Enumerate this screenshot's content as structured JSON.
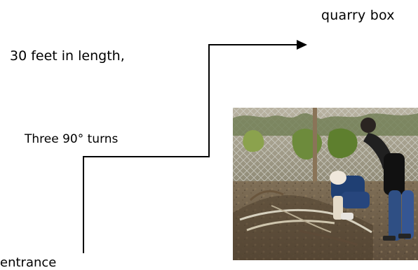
{
  "labels": {
    "quarry_box": "quarry box",
    "length": "30 feet in length,",
    "turns": "Three 90°  turns",
    "entrance": "entrance"
  },
  "photo": {
    "subject": "people-digging-tunnel-photo"
  },
  "colors": {
    "line": "#000000",
    "text": "#000000",
    "background": "#ffffff"
  }
}
